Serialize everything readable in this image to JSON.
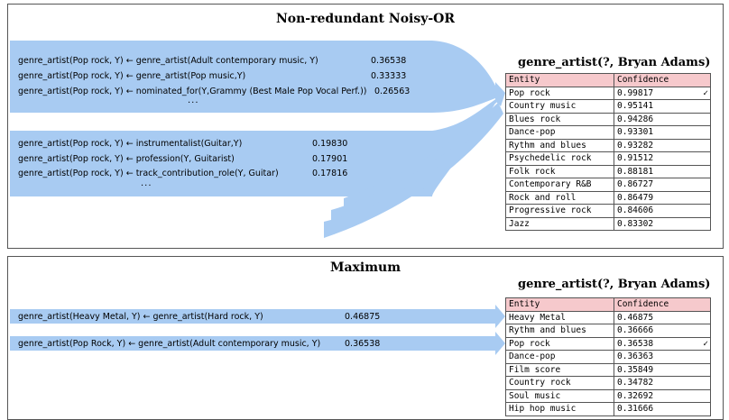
{
  "panel1": {
    "title": "Non-redundant Noisy-OR",
    "group1": [
      {
        "rule": "genre_artist(Pop rock, Y) ← genre_artist(Adult contemporary music, Y)",
        "score": "0.36538"
      },
      {
        "rule": "genre_artist(Pop rock, Y) ← genre_artist(Pop music,Y)",
        "score": "0.33333"
      },
      {
        "rule": "genre_artist(Pop rock, Y) ← nominated_for(Y,Grammy (Best Male Pop Vocal Perf.))",
        "score": "0.26563"
      }
    ],
    "group1_ellipsis": "···",
    "group2": [
      {
        "rule": "genre_artist(Pop rock, Y) ← instrumentalist(Guitar,Y)",
        "score": "0.19830"
      },
      {
        "rule": "genre_artist(Pop rock, Y) ← profession(Y, Guitarist)",
        "score": "0.17901"
      },
      {
        "rule": "genre_artist(Pop rock, Y) ← track_contribution_role(Y, Guitar)",
        "score": "0.17816"
      }
    ],
    "group2_ellipsis": "···",
    "query": "genre_artist(?, Bryan Adams)",
    "headers": [
      "Entity",
      "Confidence"
    ],
    "rows": [
      {
        "entity": "Pop rock",
        "confidence": "0.99817",
        "mark": "✓"
      },
      {
        "entity": "Country music",
        "confidence": "0.95141",
        "mark": ""
      },
      {
        "entity": "Blues rock",
        "confidence": "0.94286",
        "mark": ""
      },
      {
        "entity": "Dance-pop",
        "confidence": "0.93301",
        "mark": ""
      },
      {
        "entity": "Rythm and blues",
        "confidence": "0.93282",
        "mark": ""
      },
      {
        "entity": "Psychedelic rock",
        "confidence": "0.91512",
        "mark": ""
      },
      {
        "entity": "Folk rock",
        "confidence": "0.88181",
        "mark": ""
      },
      {
        "entity": "Contemporary R&B",
        "confidence": "0.86727",
        "mark": ""
      },
      {
        "entity": "Rock and roll",
        "confidence": "0.86479",
        "mark": ""
      },
      {
        "entity": "Progressive rock",
        "confidence": "0.84606",
        "mark": ""
      },
      {
        "entity": "Jazz",
        "confidence": "0.83302",
        "mark": ""
      }
    ]
  },
  "panel2": {
    "title": "Maximum",
    "rules": [
      {
        "rule": "genre_artist(Heavy Metal, Y) ← genre_artist(Hard rock, Y)",
        "score": "0.46875"
      },
      {
        "rule": "genre_artist(Pop Rock, Y) ← genre_artist(Adult contemporary music, Y)",
        "score": "0.36538"
      }
    ],
    "query": "genre_artist(?, Bryan Adams)",
    "headers": [
      "Entity",
      "Confidence"
    ],
    "rows": [
      {
        "entity": "Heavy Metal",
        "confidence": "0.46875",
        "mark": ""
      },
      {
        "entity": "Rythm and blues",
        "confidence": "0.36666",
        "mark": ""
      },
      {
        "entity": "Pop rock",
        "confidence": "0.36538",
        "mark": "✓"
      },
      {
        "entity": "Dance-pop",
        "confidence": "0.36363",
        "mark": ""
      },
      {
        "entity": "Film score",
        "confidence": "0.35849",
        "mark": ""
      },
      {
        "entity": "Country rock",
        "confidence": "0.34782",
        "mark": ""
      },
      {
        "entity": "Soul music",
        "confidence": "0.32692",
        "mark": ""
      },
      {
        "entity": "Hip hop music",
        "confidence": "0.31666",
        "mark": ""
      }
    ]
  },
  "colors": {
    "arrow": "#a8cbf2",
    "header_bg": "#f6c9cc",
    "border": "#555555"
  }
}
